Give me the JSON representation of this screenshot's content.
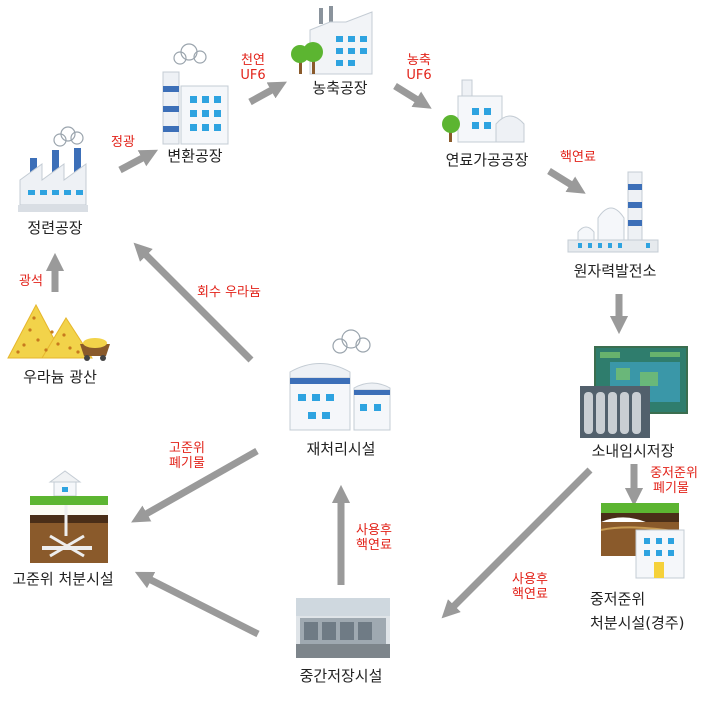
{
  "nodes": {
    "mine": "우라늄 광산",
    "refinery": "정련공장",
    "conversion": "변환공장",
    "enrichment": "농축공장",
    "fabrication": "연료가공공장",
    "npp": "원자력발전소",
    "onsite_storage": "소내임시저장",
    "low_level_disposal_1": "중저준위",
    "low_level_disposal_2": "처분시설(경주)",
    "interim_storage": "중간저장시설",
    "reprocessing": "재처리시설",
    "high_level_disposal": "고준위 처분시설"
  },
  "edges": {
    "ore": "광석",
    "refining": "정광",
    "natural_uf6_1": "천연",
    "natural_uf6_2": "UF6",
    "enriched_uf6_1": "농축",
    "enriched_uf6_2": "UF6",
    "fuel": "핵연료",
    "low_level_waste_1": "중저준위",
    "low_level_waste_2": "폐기물",
    "spent_fuel_a_1": "사용후",
    "spent_fuel_a_2": "핵연료",
    "spent_fuel_b_1": "사용후",
    "spent_fuel_b_2": "핵연료",
    "recovered_uranium": "회수 우라늄",
    "high_level_waste_1": "고준위",
    "high_level_waste_2": "폐기물"
  },
  "colors": {
    "arrow": "#9a9a9a",
    "edge_label": "#e2231a",
    "window": "#2ea3e0",
    "stack": "#3c6fb8",
    "tree": "#5cb531",
    "ore": "#f2d34a"
  }
}
